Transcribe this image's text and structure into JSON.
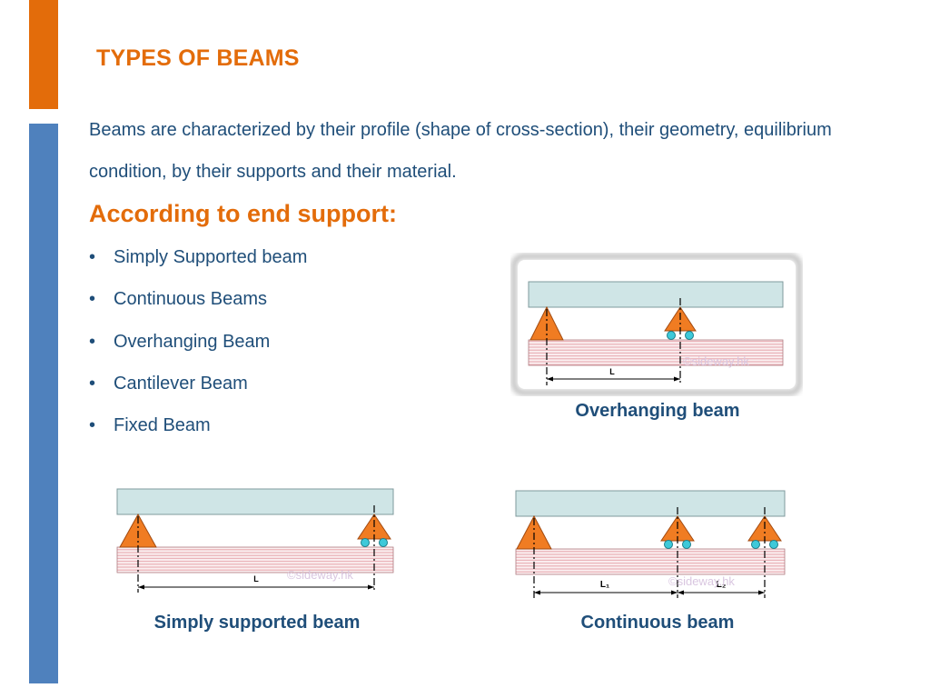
{
  "slide": {
    "title": "TYPES OF BEAMS",
    "intro": "Beams are characterized by their profile (shape of cross-section), their geometry, equilibrium condition, by their supports and their material.",
    "subheading": "According to end support:",
    "bullet_char": "•",
    "items": [
      "Simply Supported beam",
      "Continuous Beams",
      "Overhanging Beam",
      "Cantilever Beam",
      "Fixed Beam"
    ]
  },
  "figures": {
    "overhanging": {
      "caption": "Overhanging beam",
      "span_label": "L",
      "watermark": "©sideway.hk"
    },
    "simply": {
      "caption": "Simply supported beam",
      "span_label": "L",
      "watermark": "©sideway.hk"
    },
    "continuous": {
      "caption": "Continuous beam",
      "span_label_1": "L₁",
      "span_label_2": "L₂",
      "watermark": "©sideway.hk"
    }
  },
  "colors": {
    "accent_orange": "#E36C0A",
    "accent_blue": "#4F81BD",
    "text_navy": "#1F4E79",
    "beam_top": "#CFE5E6",
    "beam_bottom_lines": "#E7A9B0",
    "support_orange": "#F07C22",
    "roller_cyan": "#3EC9D9"
  }
}
